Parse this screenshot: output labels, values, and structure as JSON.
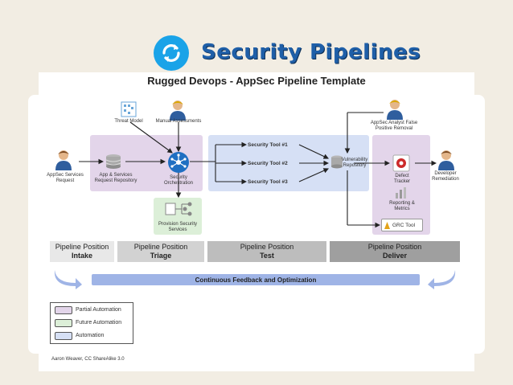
{
  "header": {
    "title": "Security Pipelines",
    "icon": "sync-icon"
  },
  "diagram": {
    "title": "Rugged Devops - AppSec Pipeline Template",
    "nodes": {
      "threat_model": "Threat Model",
      "manual_assessments": "Manual Assessments",
      "appsec_request": "AppSec Services Request",
      "app_repo": "App & Services Request Repository",
      "security_orchestration": "Security Orchestration",
      "provision": "Provision Security Services",
      "tool1": "Security Tool #1",
      "tool2": "Security Tool #2",
      "tool3": "Security Tool #3",
      "vuln_repo": "Vulnerability Repository",
      "analyst": "AppSec Analyst False Positive Removal",
      "defect_tracker": "Defect Tracker",
      "reporting": "Reporting & Metrics",
      "grc": "GRC Tool",
      "developer": "Developer Remediation"
    },
    "positions": [
      {
        "label": "Pipeline Position",
        "name": "Intake"
      },
      {
        "label": "Pipeline Position",
        "name": "Triage"
      },
      {
        "label": "Pipeline Position",
        "name": "Test"
      },
      {
        "label": "Pipeline Position",
        "name": "Deliver"
      }
    ],
    "feedback": "Continuous Feedback and Optimization",
    "legend": [
      {
        "label": "Partial Automation",
        "color": "#e3d5ea"
      },
      {
        "label": "Future Automation",
        "color": "#dcefd8"
      },
      {
        "label": "Automation",
        "color": "#d6e0f5"
      }
    ],
    "credit": "Aaron Weaver, CC ShareAlike 3.0",
    "colors": {
      "partial": "#e3d5ea",
      "future": "#dcefd8",
      "automation": "#d6e0f5",
      "feedback_bar": "#9fb4e6",
      "accent_blue": "#1aa3e8"
    }
  }
}
